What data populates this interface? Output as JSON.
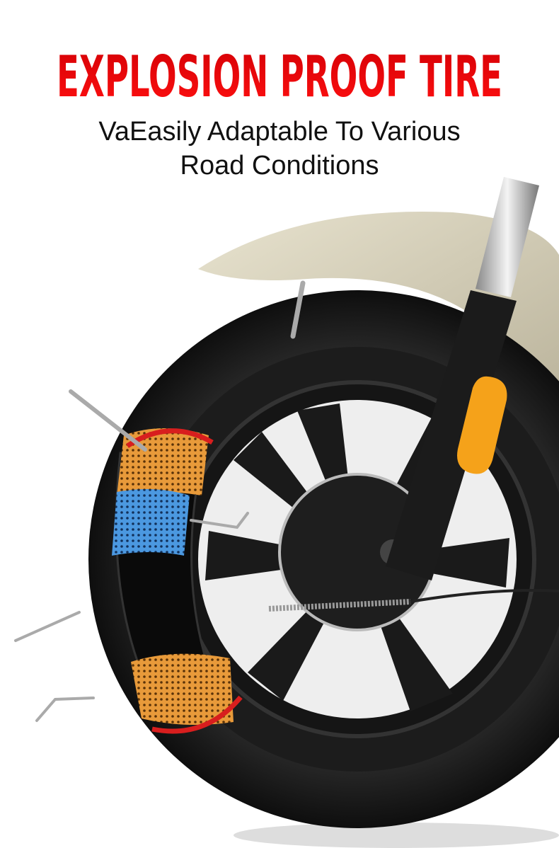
{
  "header": {
    "title": "EXPLOSION PROOF TIRE",
    "subtitle_line1": "VaEasily Adaptable To Various",
    "subtitle_line2": "Road Conditions"
  },
  "image": {
    "subject": "scooter-front-wheel-cutaway",
    "colors": {
      "title": "#e8080c",
      "fender": "#d8d2bb",
      "tire": "#1a1a1a",
      "orange_layer": "#e89a3a",
      "blue_layer": "#3f8fd8",
      "reflector": "#f5a21a",
      "arrow": "#d81e1e"
    }
  }
}
